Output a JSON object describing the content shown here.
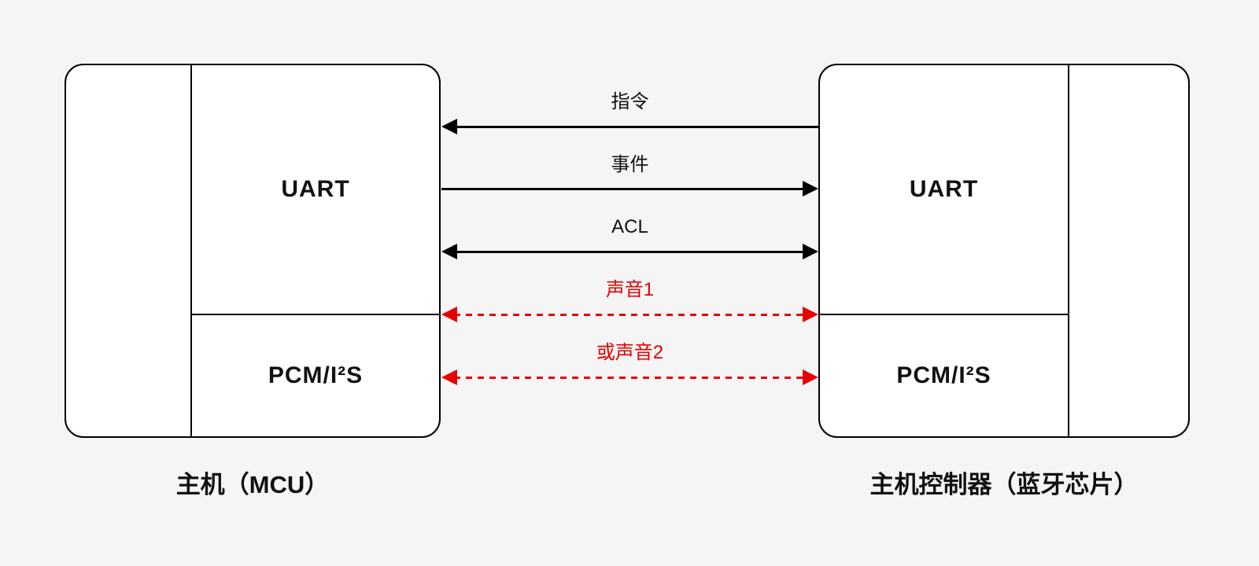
{
  "diagram": {
    "left_node": {
      "label": "主机（MCU）",
      "sections": {
        "uart": "UART",
        "pcm": "PCM/I²S"
      }
    },
    "right_node": {
      "label": "主机控制器（蓝牙芯片）",
      "sections": {
        "uart": "UART",
        "pcm": "PCM/I²S"
      }
    },
    "connections": [
      {
        "label": "指令",
        "direction": "right-to-left",
        "style": "solid",
        "color": "#000000"
      },
      {
        "label": "事件",
        "direction": "left-to-right",
        "style": "solid",
        "color": "#000000"
      },
      {
        "label": "ACL",
        "direction": "bidirectional",
        "style": "solid",
        "color": "#000000"
      },
      {
        "label": "声音1",
        "direction": "bidirectional",
        "style": "dashed",
        "color": "#e60000"
      },
      {
        "label": "或声音2",
        "direction": "bidirectional",
        "style": "dashed",
        "color": "#e60000"
      }
    ],
    "colors": {
      "background": "#f5f5f5",
      "node_fill": "#ffffff",
      "line": "#000000",
      "accent_red": "#e60000"
    }
  }
}
